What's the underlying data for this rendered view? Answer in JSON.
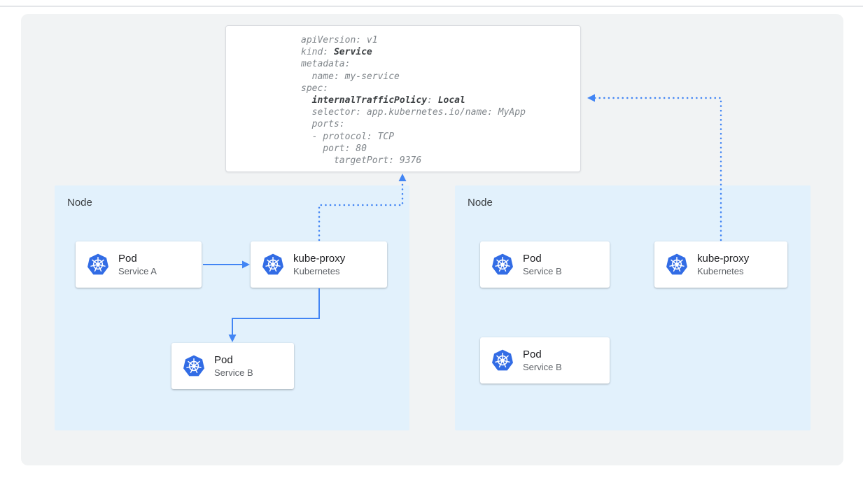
{
  "code_box": {
    "lines": [
      {
        "segments": [
          {
            "text": "apiVersion: v1",
            "bold": false
          }
        ]
      },
      {
        "segments": [
          {
            "text": "kind: ",
            "bold": false
          },
          {
            "text": "Service",
            "bold": true
          }
        ]
      },
      {
        "segments": [
          {
            "text": "metadata:",
            "bold": false
          }
        ]
      },
      {
        "segments": [
          {
            "text": "  name: my-service",
            "bold": false
          }
        ]
      },
      {
        "segments": [
          {
            "text": "spec:",
            "bold": false
          }
        ]
      },
      {
        "segments": [
          {
            "text": "  ",
            "bold": false
          },
          {
            "text": "internalTrafficPolicy",
            "bold": true
          },
          {
            "text": ": ",
            "bold": false
          },
          {
            "text": "Local",
            "bold": true
          }
        ]
      },
      {
        "segments": [
          {
            "text": "  selector: app.kubernetes.io/name: MyApp",
            "bold": false
          }
        ]
      },
      {
        "segments": [
          {
            "text": "  ports:",
            "bold": false
          }
        ]
      },
      {
        "segments": [
          {
            "text": "  - protocol: TCP",
            "bold": false
          }
        ]
      },
      {
        "segments": [
          {
            "text": "    port: 80",
            "bold": false
          }
        ]
      },
      {
        "segments": [
          {
            "text": "      targetPort: 9376",
            "bold": false
          }
        ]
      }
    ]
  },
  "nodes": [
    {
      "label": "Node",
      "cards": [
        {
          "title": "Pod",
          "subtitle": "Service A"
        },
        {
          "title": "kube-proxy",
          "subtitle": "Kubernetes"
        },
        {
          "title": "Pod",
          "subtitle": "Service B"
        }
      ]
    },
    {
      "label": "Node",
      "cards": [
        {
          "title": "Pod",
          "subtitle": "Service B"
        },
        {
          "title": "Pod",
          "subtitle": "Service B"
        },
        {
          "title": "kube-proxy",
          "subtitle": "Kubernetes"
        }
      ]
    }
  ],
  "colors": {
    "arrow_blue": "#4285f4",
    "kubernetes_blue": "#326ce5",
    "node_background": "#e2f1fc",
    "panel_background": "#f1f3f4"
  }
}
